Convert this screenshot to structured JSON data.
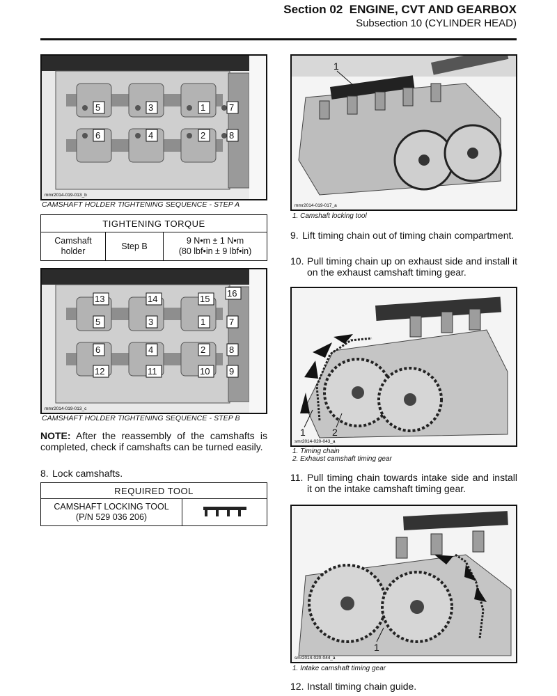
{
  "header": {
    "section_no": "Section 02",
    "section_title": "ENGINE, CVT AND GEARBOX",
    "subsection": "Subsection 10   (CYLINDER HEAD)"
  },
  "left": {
    "fig_a": {
      "code": "mmr2014-019-013_b",
      "caption": "CAMSHAFT HOLDER TIGHTENING SEQUENCE - STEP A",
      "numbers": [
        "5",
        "3",
        "1",
        "7",
        "6",
        "4",
        "2",
        "8"
      ]
    },
    "torque_table": {
      "title": "TIGHTENING TORQUE",
      "part": "Camshaft holder",
      "step": "Step B",
      "value_line1": "9 N•m ± 1 N•m",
      "value_line2": "(80 lbf•in ± 9 lbf•in)"
    },
    "fig_b": {
      "code": "mmr2014-019-013_c",
      "caption": "CAMSHAFT HOLDER TIGHTENING SEQUENCE - STEP B",
      "numbers": [
        "13",
        "14",
        "15",
        "16",
        "5",
        "3",
        "1",
        "7",
        "6",
        "4",
        "2",
        "8",
        "12",
        "11",
        "10",
        "9"
      ]
    },
    "note_label": "NOTE:",
    "note_text": "After the reassembly of the camshafts is completed, check if camshafts can be turned easily.",
    "step8": {
      "num": "8.",
      "text": "Lock camshafts."
    },
    "tool_table": {
      "title": "REQUIRED TOOL",
      "tool_name": "CAMSHAFT LOCKING TOOL",
      "tool_pn": "(P/N 529 036 206)"
    }
  },
  "right": {
    "fig1": {
      "code": "mmr2014-019-017_a",
      "callout": "1",
      "legend": [
        "1.  Camshaft locking tool"
      ]
    },
    "step9": {
      "num": "9.",
      "text": "Lift timing chain out of timing chain compartment."
    },
    "step10": {
      "num": "10.",
      "text": "Pull timing chain up on exhaust side and install it on the exhaust camshaft timing gear."
    },
    "fig2": {
      "code": "smr2014-020-043_a",
      "callouts": [
        "1",
        "2"
      ],
      "legend": [
        "1.  Timing chain",
        "2.  Exhaust camshaft timing gear"
      ]
    },
    "step11": {
      "num": "11.",
      "text": "Pull timing chain towards intake side and install it on the intake camshaft timing gear."
    },
    "fig3": {
      "code": "smr2014-020-044_a",
      "callout": "1",
      "legend": [
        "1.  Intake camshaft timing gear"
      ]
    },
    "step12": {
      "num": "12.",
      "text": "Install timing chain guide."
    }
  }
}
